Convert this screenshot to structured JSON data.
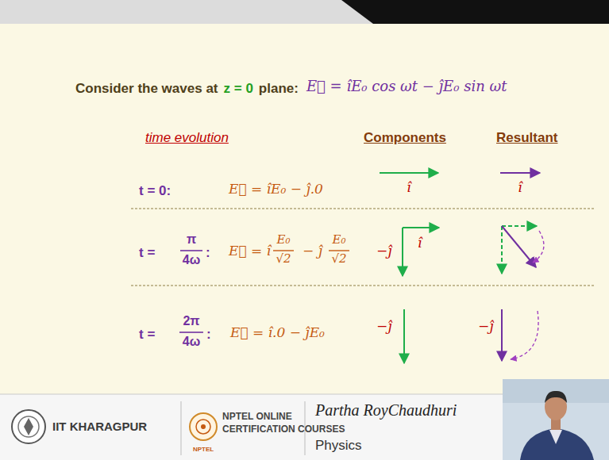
{
  "diagram": {
    "labels": [
      "Consider the waves at",
      "z = 0",
      "plane:",
      "E⃗ = îE₀ cos ωt − ĵE₀ sin ωt",
      "time evolution",
      "Components",
      "Resultant",
      "t = 0:",
      "E⃗ = îE₀ − ĵ.0",
      "î",
      "î",
      "t =",
      "π",
      "4ω",
      ":",
      "E⃗ = î",
      "E₀",
      "√2",
      "− ĵ",
      "E₀",
      "√2",
      "−ĵ",
      "î",
      "t =",
      "2π",
      "4ω",
      ":",
      "E⃗ = î.0 − ĵE₀",
      "−ĵ",
      "−ĵ",
      "IIT KHARAGPUR",
      "NPTEL ONLINE",
      "CERTIFICATION COURSES",
      "NPTEL",
      "Partha RoyChaudhuri",
      "Physics"
    ]
  }
}
